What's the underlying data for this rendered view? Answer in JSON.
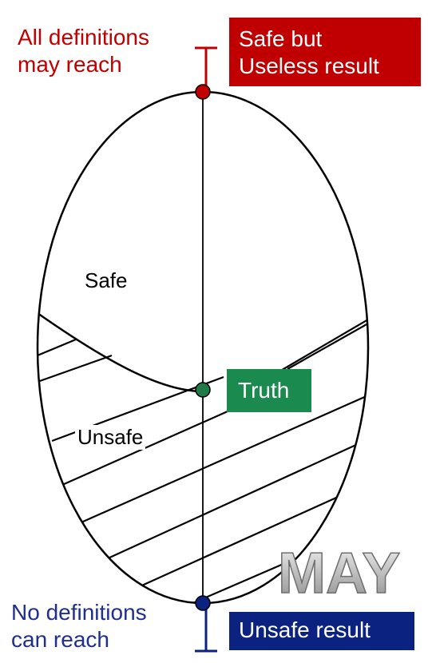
{
  "top_label": "All definitions\nmay reach",
  "bottom_label": "No definitions\ncan reach",
  "top_box": {
    "text": "Safe but\nUseless result",
    "color": "#c00000"
  },
  "bottom_box": {
    "text": "Unsafe result",
    "color": "#0b2280"
  },
  "truth_box": {
    "text": "Truth",
    "color": "#1a8a4f"
  },
  "regions": {
    "safe": "Safe",
    "unsafe": "Unsafe"
  },
  "watermark": "MAY",
  "colors": {
    "top_point": "#c00000",
    "truth_point": "#1e7a46",
    "bottom_point": "#0b2280",
    "outline": "#000000"
  }
}
